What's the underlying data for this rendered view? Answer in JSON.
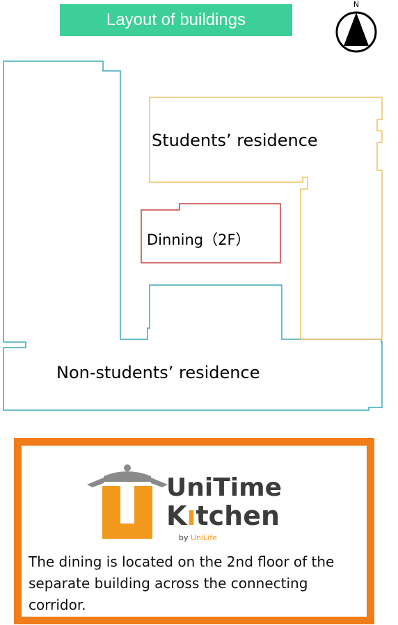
{
  "title": "Layout of buildings",
  "compass": {
    "letter": "N"
  },
  "map": {
    "buildings": {
      "students_residence": {
        "label": "Students’ residence",
        "color": "#f0c060"
      },
      "dining": {
        "label": "Dinning（2F）",
        "color": "#c84040"
      },
      "non_students_residence": {
        "label": "Non-students’ residence",
        "color": "#3aa8b8"
      }
    }
  },
  "logo": {
    "line1": "UniTime",
    "line2_pre": "K",
    "line2_post": "tchen",
    "byline_by": "by ",
    "byline_brand": "UniLife",
    "colors": {
      "orange": "#f39a1e",
      "gray": "#8a8a8a",
      "dark": "#3c3c3c"
    }
  },
  "note": {
    "text": "The dining is located on the 2nd floor of the separate building across the connecting corridor.",
    "border_color": "#f07c1a"
  }
}
